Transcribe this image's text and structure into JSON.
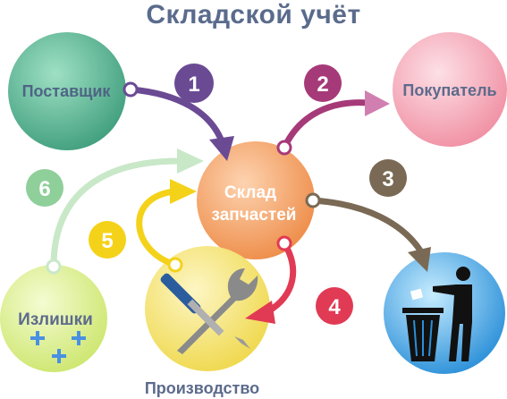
{
  "title": "Складской учёт",
  "nodes": {
    "supplier": {
      "label": "Поставщик"
    },
    "buyer": {
      "label": "Покупатель"
    },
    "warehouse": {
      "label_line1": "Склад",
      "label_line2": "запчастей"
    },
    "surplus": {
      "label": "Излишки"
    },
    "production": {
      "label": "Производство"
    },
    "disposal": {
      "icon": "trash-bin-person-icon"
    },
    "tools": {
      "icon": "wrench-screwdriver-icon"
    }
  },
  "steps": [
    {
      "num": "1",
      "color": "#6b4a94"
    },
    {
      "num": "2",
      "color": "#a63a79"
    },
    {
      "num": "3",
      "color": "#7a6a55"
    },
    {
      "num": "4",
      "color": "#e13a54"
    },
    {
      "num": "5",
      "color": "#f4d21a"
    },
    {
      "num": "6",
      "color": "#8fcf9a"
    }
  ],
  "colors": {
    "title": "#5a6b8c",
    "supplier": "#4fae8d",
    "buyer": "#f4a0b0",
    "warehouse": "#f3a468",
    "surplus": "#d9ef8a",
    "production": "#f2e36a",
    "disposal": "#3aa6e8"
  }
}
